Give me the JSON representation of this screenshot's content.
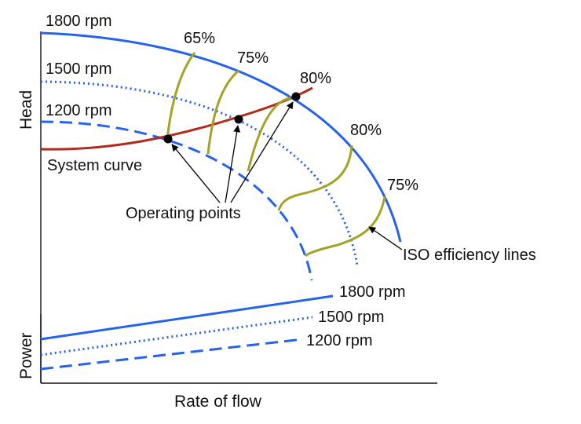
{
  "colors": {
    "speed_curve": "#2563eb",
    "system_curve": "#b22a1e",
    "iso_line": "#a3a326",
    "axis": "#111111",
    "point": "#000000",
    "annotation": "#000000"
  },
  "axes": {
    "x_title": "Rate of flow",
    "head_title": "Head",
    "power_title": "Power"
  },
  "head_curves": [
    {
      "label": "1800 rpm",
      "style": "solid"
    },
    {
      "label": "1500 rpm",
      "style": "dotted"
    },
    {
      "label": "1200 rpm",
      "style": "dashed"
    }
  ],
  "power_lines": [
    {
      "label": "1800 rpm",
      "style": "solid"
    },
    {
      "label": "1500 rpm",
      "style": "dotted"
    },
    {
      "label": "1200 rpm",
      "style": "dashed"
    }
  ],
  "efficiency_labels": [
    "65%",
    "75%",
    "80%",
    "80%",
    "75%"
  ],
  "system_curve_label": "System curve",
  "operating_points_label": "Operating points",
  "iso_label": "ISO efficiency lines"
}
